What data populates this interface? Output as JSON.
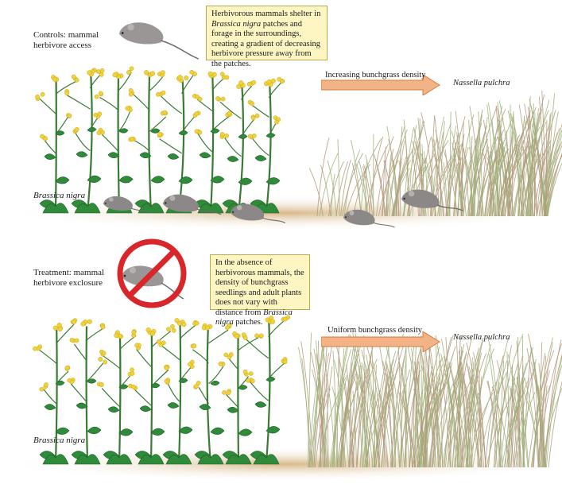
{
  "panels": [
    {
      "id": "controls",
      "condition_label": "Controls: mammal herbivore access",
      "callout_parts": [
        {
          "t": "Herbivorous mammals shelter in ",
          "i": false
        },
        {
          "t": "Brassica nigra",
          "i": true
        },
        {
          "t": " patches and forage in the surroundings, creating a gradient of decreasing herbivore pressure away from the patches.",
          "i": false
        }
      ],
      "arrow_label": "Increasing bunchgrass density",
      "grass_label": "Nassella pulchra",
      "plant_label": "Brassica nigra"
    },
    {
      "id": "treatment",
      "condition_label": "Treatment: mammal herbivore exclosure",
      "callout_parts": [
        {
          "t": "In the absence of herbivorous mammals, the density of bunchgrass seedlings and adult plants does not vary with distance from ",
          "i": false
        },
        {
          "t": "Brassica nigra",
          "i": true
        },
        {
          "t": " patches.",
          "i": false
        }
      ],
      "arrow_label": "Uniform bunchgrass density",
      "grass_label": "Nassella pulchra",
      "plant_label": "Brassica nigra"
    }
  ],
  "colors": {
    "ground": "#d8b98a",
    "callout_fill": "#fdf6c3",
    "arrow_fill": "#f2b486",
    "leaf": "#2f8a3a",
    "flower": "#f0d23a",
    "grass": "#a8b87a",
    "mouse": "#8d8888",
    "no_sign": "#d8262a"
  }
}
